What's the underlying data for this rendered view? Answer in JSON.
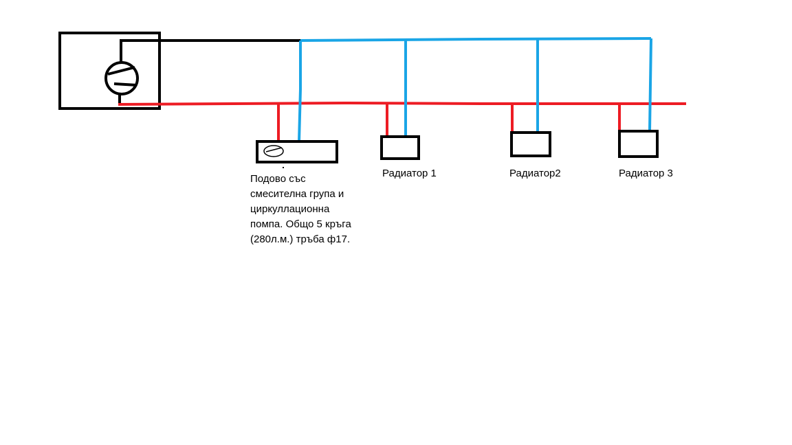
{
  "colors": {
    "supply_pipe": "#ed1c24",
    "return_pipe": "#1aa5e6",
    "outline": "#000000",
    "background": "#ffffff"
  },
  "boiler": {
    "icon": "pump-icon"
  },
  "floor_heating": {
    "icon": "pump-icon",
    "label_lines": [
      "Подово със",
      "смесителна група и",
      "циркуллационна",
      "помпа.  Общо 5 кръга",
      "(280л.м.) тръба ф17."
    ]
  },
  "radiators": [
    {
      "label": "Радиатор 1"
    },
    {
      "label": "Радиатор2"
    },
    {
      "label": "Радиатор 3"
    }
  ]
}
